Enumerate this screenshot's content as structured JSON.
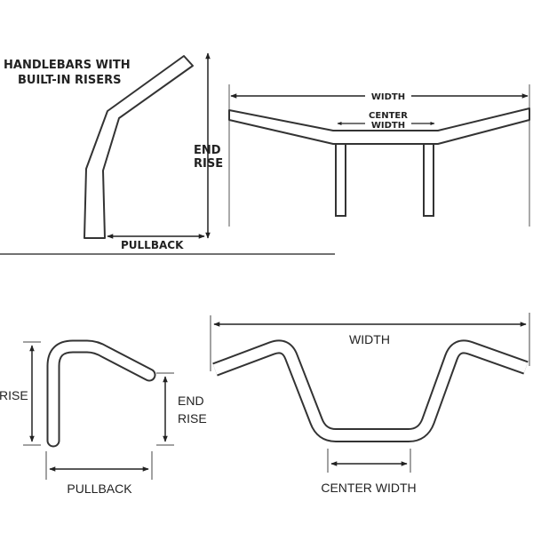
{
  "top_left": {
    "title_line1": "HANDLEBARS WITH",
    "title_line2": "BUILT-IN RISERS",
    "end_rise_line1": "END",
    "end_rise_line2": "RISE",
    "pullback": "PULLBACK"
  },
  "top_right": {
    "width": "WIDTH",
    "center_line1": "CENTER",
    "center_line2": "WIDTH"
  },
  "bottom_left": {
    "rise": "RISE",
    "end_rise_line1": "END",
    "end_rise_line2": "RISE",
    "pullback": "PULLBACK"
  },
  "bottom_right": {
    "width": "WIDTH",
    "center_width": "CENTER WIDTH"
  }
}
